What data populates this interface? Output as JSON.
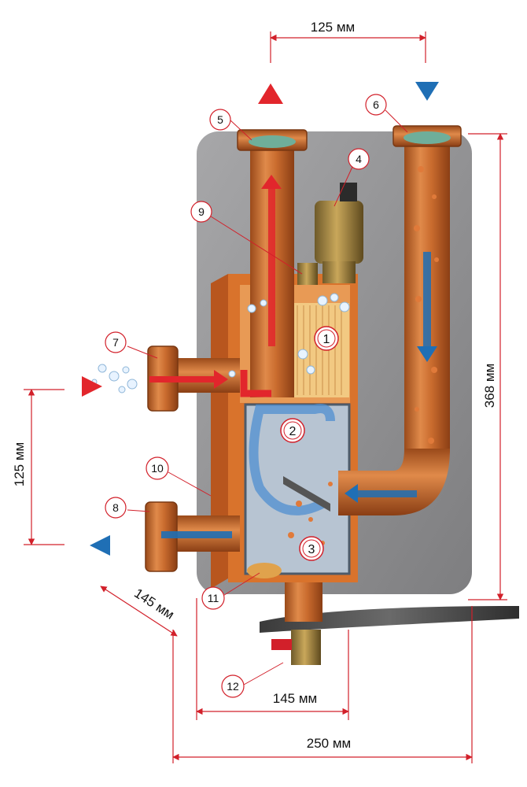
{
  "colors": {
    "hot": "#e2262c",
    "cold": "#1f6fb5",
    "copper": "#c96b2e",
    "panel": "#8f8f91",
    "dimension": "#d2202a"
  },
  "dimensions": {
    "top_spacing": "125 мм",
    "height": "368 мм",
    "left_spacing": "125 мм",
    "depth": "145 мм",
    "width_inner": "145 мм",
    "width_total": "250 мм"
  },
  "callouts": [
    "1",
    "2",
    "3",
    "4",
    "5",
    "6",
    "7",
    "8",
    "9",
    "10",
    "11",
    "12"
  ],
  "steps": [
    "1",
    "2",
    "3"
  ],
  "indicators": {
    "top_left": "hot-supply-arrow",
    "top_right": "cold-return-arrow",
    "left_top": "hot-supply-arrow",
    "left_bottom": "cold-return-arrow"
  }
}
